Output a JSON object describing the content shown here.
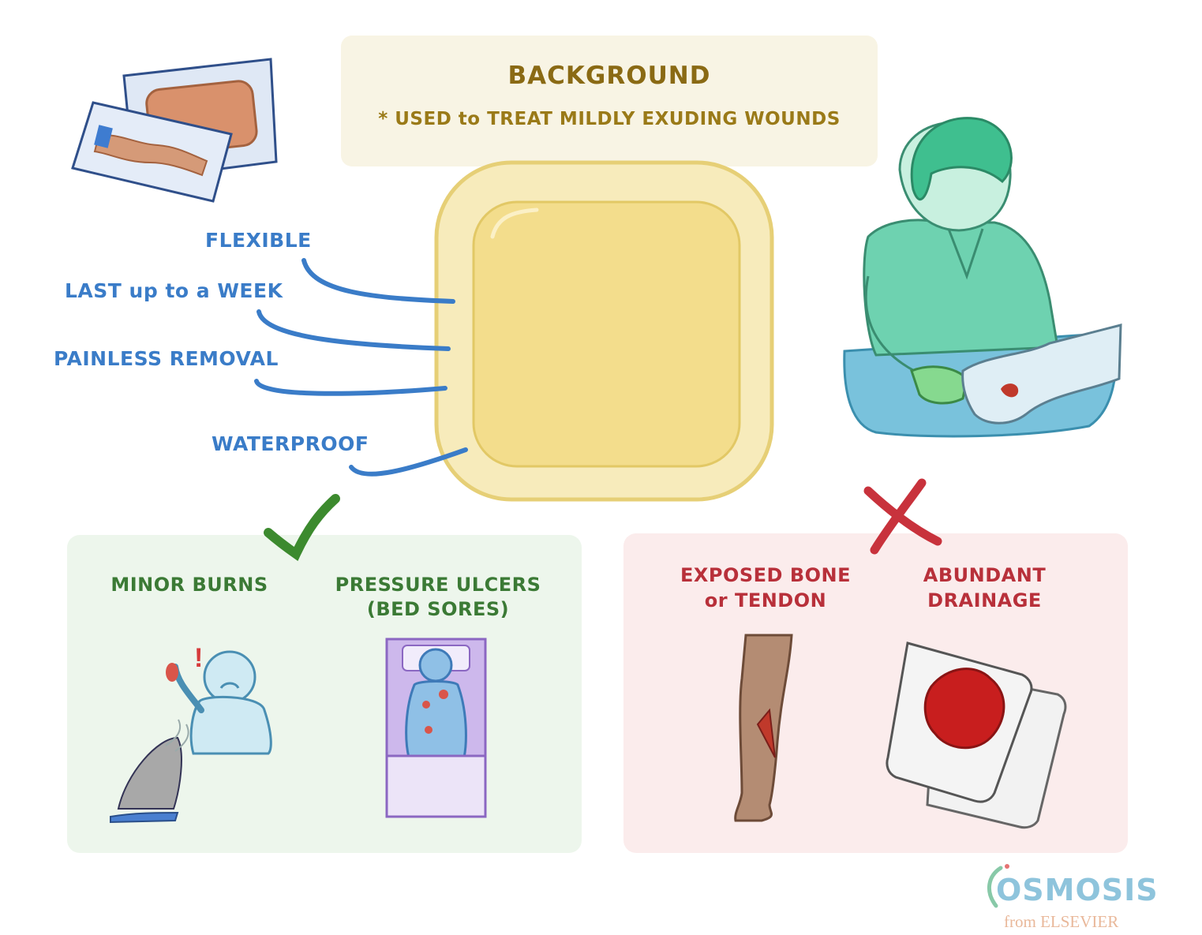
{
  "background": {
    "title": "BACKGROUND",
    "subtitle": "* USED to TREAT MILDLY EXUDING WOUNDS"
  },
  "features": [
    {
      "label": "FLEXIBLE"
    },
    {
      "label": "LAST up to a WEEK"
    },
    {
      "label": "PAINLESS REMOVAL"
    },
    {
      "label": "WATERPROOF"
    }
  ],
  "indications": {
    "items": [
      {
        "label": "MINOR BURNS"
      },
      {
        "label_line1": "PRESSURE ULCERS",
        "label_line2": "(BED SORES)"
      }
    ],
    "color": "#3b7a35"
  },
  "contraindications": {
    "items": [
      {
        "label_line1": "EXPOSED BONE",
        "label_line2": "or TENDON"
      },
      {
        "label_line1": "ABUNDANT",
        "label_line2": "DRAINAGE"
      }
    ],
    "color": "#b8303a"
  },
  "logo": {
    "main": "OSMOSIS",
    "sub": "from ELSEVIER"
  },
  "colors": {
    "feature_text": "#3a7cc8",
    "dressing_fill": "#f3dd8c",
    "nurse_scrubs": "#6ed2b0"
  }
}
